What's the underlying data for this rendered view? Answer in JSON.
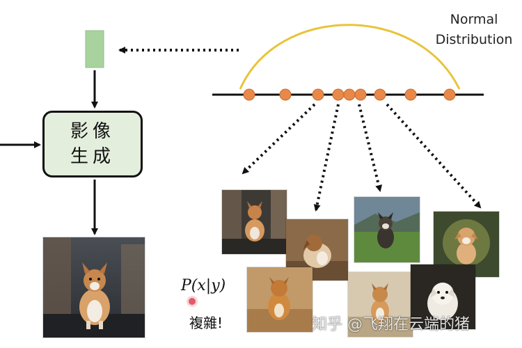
{
  "distribution": {
    "label_line1": "Normal",
    "label_line2": "Distribution"
  },
  "generator": {
    "label_line1": "影像",
    "label_line2": "生成"
  },
  "formula": {
    "expression": "P(x|y)",
    "caption": "複雜!"
  },
  "watermark": "知乎 @飞翔在云端的猪",
  "colors": {
    "curve": "#e8c43a",
    "sample_point": "#e8894a",
    "box_fill": "#e3eedc",
    "condition_block": "#a9d39e",
    "arrow": "#111111"
  },
  "icons": [
    "condition-vector",
    "sample-point",
    "dotted-arrow",
    "dog-photo"
  ]
}
